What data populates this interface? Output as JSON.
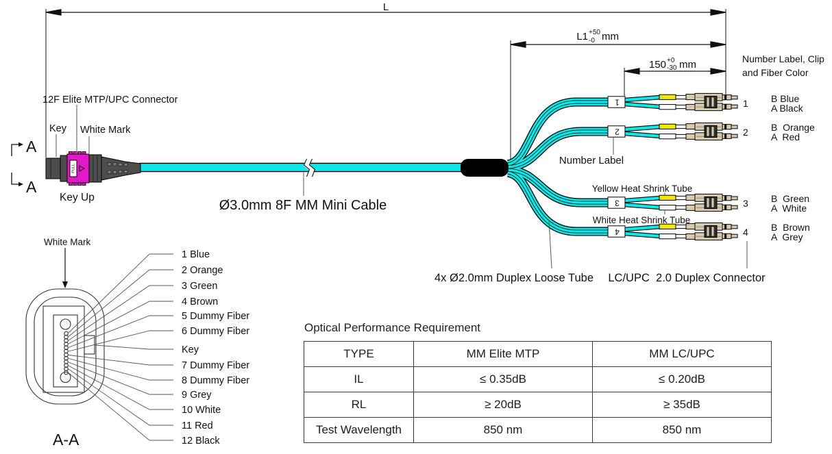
{
  "dims": {
    "L": "L",
    "L1": {
      "main": "L1",
      "sup": "+50",
      "sub": "-0",
      "unit": "mm"
    },
    "len150": {
      "main": "150",
      "sup": "+0",
      "sub": "-30",
      "unit": "mm"
    }
  },
  "mtp": {
    "connector_label": "12F Elite MTP/UPC Connector",
    "key_label": "Key",
    "white_mark_label": "White Mark",
    "key_up_label": "Key Up",
    "section_marker_top": "A",
    "section_marker_bottom": "A",
    "pull_text": "PULL"
  },
  "cable_label": "Ø3.0mm 8F MM Mini Cable",
  "breakout": {
    "number_label": "Number Label",
    "legend_line1": "Number Label, Clip",
    "legend_line2": "and Fiber Color",
    "yellow_hst": "Yellow Heat Shrink Tube",
    "white_hst": "White Heat Shrink Tube",
    "loose_tube": "4x Ø2.0mm Duplex Loose Tube",
    "lc_connector": "LC/UPC  2.0 Duplex Connector",
    "legs": [
      {
        "num": "1",
        "b": "B Blue",
        "a": "A Black"
      },
      {
        "num": "2",
        "b": "B  Orange",
        "a": "A  Red"
      },
      {
        "num": "3",
        "b": "B  Green",
        "a": "A  White"
      },
      {
        "num": "4",
        "b": "B  Brown",
        "a": "A  Grey"
      }
    ]
  },
  "section_view": {
    "white_mark_label": "White Mark",
    "title": "A-A",
    "fibers": [
      "1 Blue",
      "2 Orange",
      "3 Green",
      "4 Brown",
      "5 Dummy Fiber",
      "6 Dummy Fiber",
      "Key",
      "7 Dummy Fiber",
      "8 Dummy Fiber",
      "9 Grey",
      "10 White",
      "11 Red",
      "12 Black"
    ]
  },
  "table": {
    "title": "Optical Performance Requirement",
    "headers": [
      "TYPE",
      "MM Elite MTP",
      "MM LC/UPC"
    ],
    "rows": [
      [
        "IL",
        "≤ 0.35dB",
        "≤ 0.20dB"
      ],
      [
        "RL",
        "≥ 20dB",
        "≥ 35dB"
      ],
      [
        "Test Wavelength",
        "850 nm",
        "850 nm"
      ]
    ]
  },
  "colors": {
    "cable_cyan": "#0ce7e7",
    "mtp_magenta": "#e318c8",
    "connector_gray": "#4d4d4d",
    "lc_beige": "#d6cbae",
    "heat_shrink_yellow": "#f2e60a",
    "line_black": "#111111"
  }
}
